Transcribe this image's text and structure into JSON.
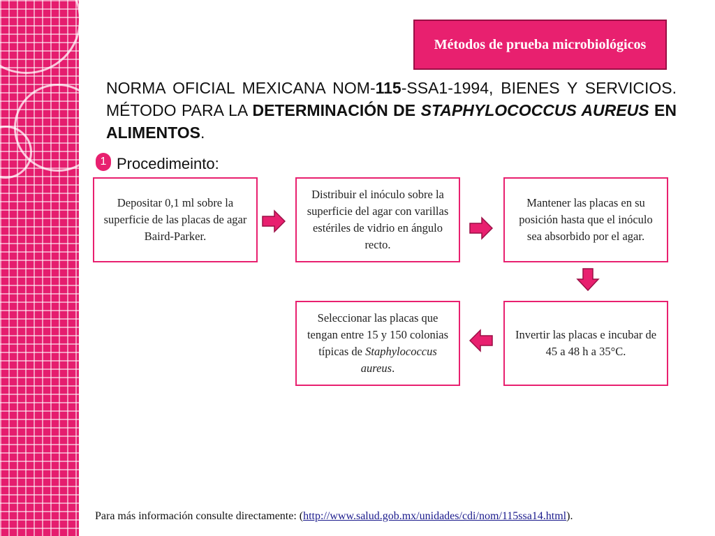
{
  "slide": {
    "title": "Métodos de prueba microbiológicos",
    "heading": {
      "p1": "NORMA OFICIAL MEXICANA NOM-",
      "p2": "115",
      "p3": "-SSA1-1994, BIENES Y SERVICIOS. MÉTODO PARA LA ",
      "p4": "DETERMINACIÓN DE ",
      "p5": "STAPHYLOCOCCUS AUREUS",
      "p6": " EN ALIMENTOS",
      "p7": "."
    },
    "procedure": {
      "number": "1",
      "label": "Procedimeinto:"
    },
    "steps": [
      {
        "text": "Depositar 0,1 ml sobre la superficie de las placas de agar Baird-Parker."
      },
      {
        "text": "Distribuir el inóculo sobre la superficie del agar con varillas estériles de vidrio en ángulo recto."
      },
      {
        "text": "Mantener las placas en su posición hasta que el inóculo sea absorbido por el agar."
      },
      {
        "text": "Invertir las placas e incubar de 45 a 48 h a 35°C."
      },
      {
        "text_before": "Seleccionar las placas que tengan entre 15 y 150 colonias típicas de ",
        "text_italic": "Staphylococcus aureus",
        "text_after": "."
      }
    ],
    "footer": {
      "prefix": "Para más información consulte directamente: (",
      "link": "http://www.salud.gob.mx/unidades/cdi/nom/115ssa14.html",
      "suffix": ")."
    }
  },
  "colors": {
    "accent": "#e8206f",
    "accent_dark": "#9a0f45",
    "strip": "#e51d6e"
  }
}
